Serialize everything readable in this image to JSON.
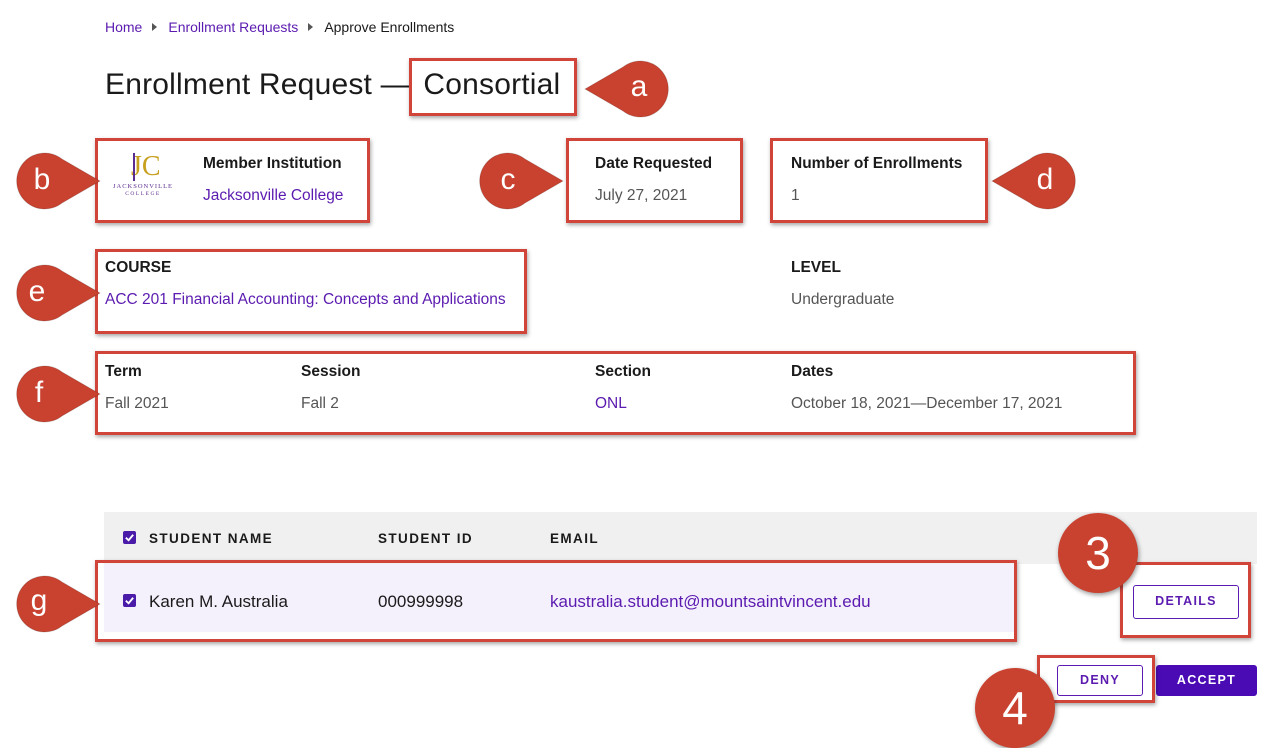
{
  "breadcrumb": {
    "home": "Home",
    "enrollment_requests": "Enrollment Requests",
    "current": "Approve Enrollments"
  },
  "title": {
    "prefix": "Enrollment Request —",
    "type": "Consortial"
  },
  "institution": {
    "label": "Member Institution",
    "value": "Jacksonville College",
    "logo_mark": "JC",
    "logo_text": "JACKSONVILLE",
    "logo_subtext": "COLLEGE"
  },
  "date_requested": {
    "label": "Date Requested",
    "value": "July 27, 2021"
  },
  "enrollments": {
    "label": "Number of Enrollments",
    "value": "1"
  },
  "course": {
    "label": "COURSE",
    "value": "ACC 201 Financial Accounting: Concepts and Applications"
  },
  "level": {
    "label": "LEVEL",
    "value": "Undergraduate"
  },
  "term": {
    "label": "Term",
    "value": "Fall 2021"
  },
  "session": {
    "label": "Session",
    "value": "Fall 2"
  },
  "section": {
    "label": "Section",
    "value": "ONL"
  },
  "dates": {
    "label": "Dates",
    "value": "October 18, 2021—December 17, 2021"
  },
  "table": {
    "headers": [
      "STUDENT NAME",
      "STUDENT ID",
      "EMAIL"
    ],
    "rows": [
      {
        "name": "Karen M. Australia",
        "id": "000999998",
        "email": "kaustralia.student@mountsaintvincent.edu"
      }
    ]
  },
  "buttons": {
    "details": "DETAILS",
    "deny": "DENY",
    "accept": "ACCEPT"
  },
  "callouts": {
    "a": "a",
    "b": "b",
    "c": "c",
    "d": "d",
    "e": "e",
    "f": "f",
    "g": "g",
    "n3": "3",
    "n4": "4"
  },
  "colors": {
    "accent": "#5b1bb0",
    "button": "#4a0bb5",
    "callout": "#c9412f",
    "highlight": "#d0443a"
  }
}
